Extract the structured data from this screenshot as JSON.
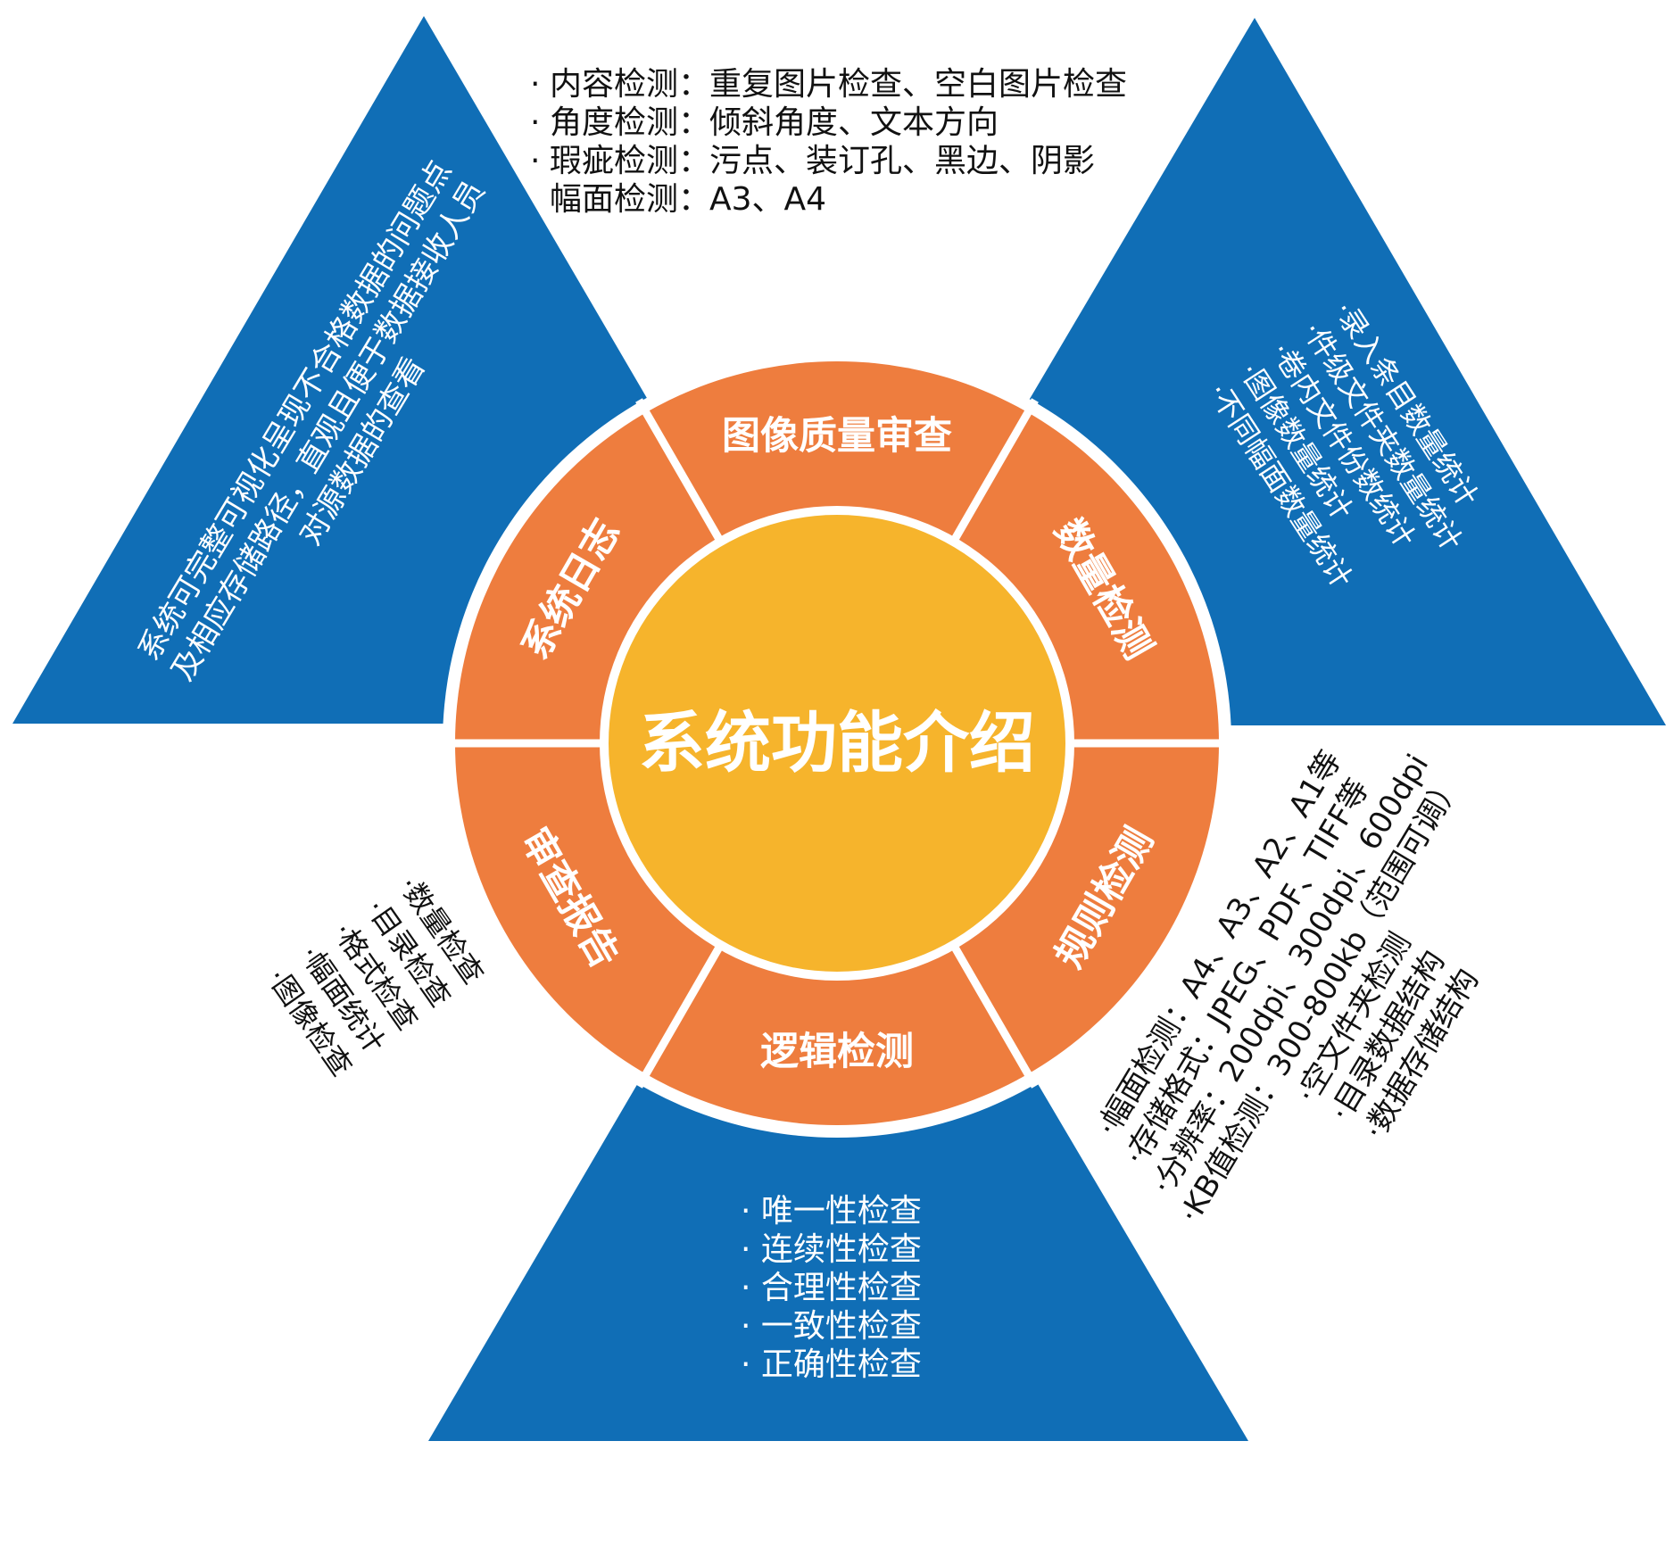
{
  "colors": {
    "triangle_blue": "#106EB6",
    "ring_orange": "#EE7D3E",
    "center_yellow": "#F6B42C"
  },
  "center": {
    "title": "系统功能介绍"
  },
  "segments": [
    {
      "label": "图像质量审查"
    },
    {
      "label": "数量检测"
    },
    {
      "label": "规则检测"
    },
    {
      "label": "逻辑检测"
    },
    {
      "label": "审查报告"
    },
    {
      "label": "系统日志"
    }
  ],
  "image_quality_details": {
    "bullet": "·",
    "lines": [
      {
        "label": "内容检测：",
        "value": "重复图片检查、空白图片检查"
      },
      {
        "label": "角度检测：",
        "value": "倾斜角度、文本方向"
      },
      {
        "label": "瑕疵检测：",
        "value": "污点、装订孔、黑边、阴影"
      },
      {
        "label": "幅面检测：",
        "value": "A3、A4"
      }
    ]
  },
  "count_details": [
    "·录入条目数量统计",
    "·件级文件夹数量统计",
    "·卷内文件份数统计",
    "·图像数量统计",
    "·不同幅面数量统计"
  ],
  "rule_details": [
    "·幅面检测：A4、A3、A2、A1等",
    "·存储格式：JPEG、PDF、TIFF等",
    "·分辨率：200dpi、300dpi、600dpi",
    "·KB值检测：300-800kb（范围可调）",
    "·空文件夹检测",
    "·目录数据结构",
    "·数据存储结构"
  ],
  "logic_details": [
    "· 唯一性检查",
    "· 连续性检查",
    "· 合理性检查",
    "· 一致性检查",
    "· 正确性检查"
  ],
  "report_details": [
    "·数量检查",
    "·目录检查",
    "·格式检查",
    "·幅面统计",
    "·图像检查"
  ],
  "log_details": [
    "系统可完整可视化呈现不合格数据的问题点",
    "及相应存储路径，直观且便于数据接收人员",
    "对源数据的查看"
  ]
}
